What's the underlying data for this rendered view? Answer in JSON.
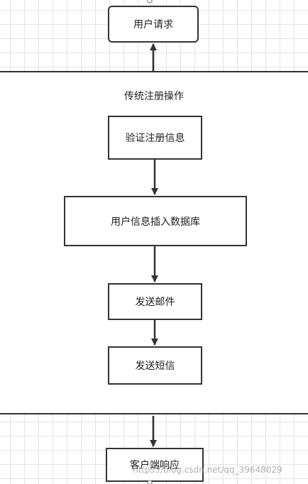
{
  "diagram": {
    "band_title": "传统注册操作",
    "nodes": {
      "user_request": "用户请求",
      "validate": "验证注册信息",
      "insert_db": "用户信息插入数据库",
      "send_mail": "发送邮件",
      "send_sms": "发送短信",
      "client_response": "客户端响应"
    }
  },
  "watermark": "https://blog.csdn.net/qq_39648029"
}
